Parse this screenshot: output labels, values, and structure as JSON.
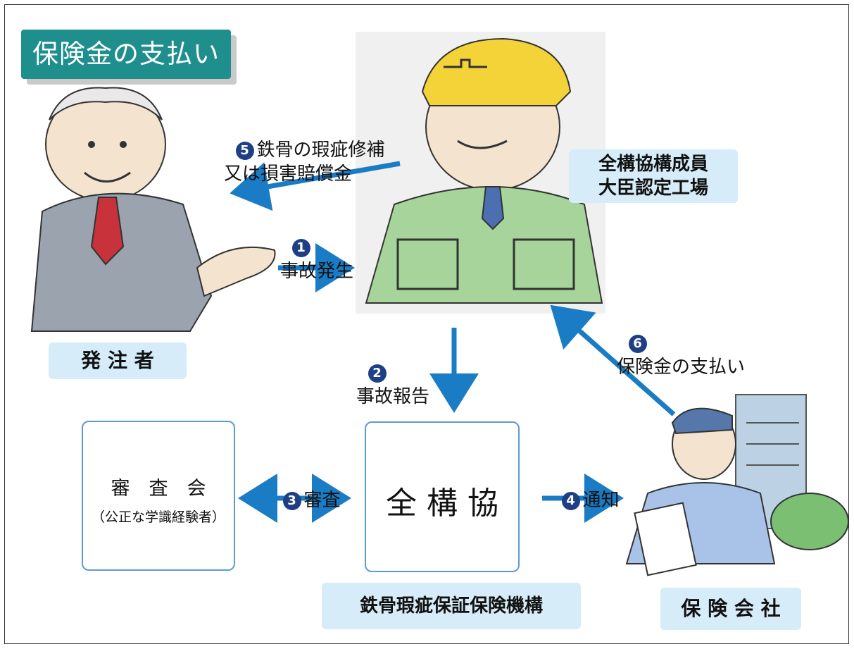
{
  "title": "保険金の支払い",
  "labels": {
    "orderer": "発 注 者",
    "member": "全構協構成員\n大臣認定工場",
    "insurer": "保 険 会 社",
    "organization": "鉄骨瑕疵保証保険機構"
  },
  "boxes": {
    "review_title": "審　査　会",
    "review_sub": "（公正な学識経験者）",
    "center": "全 構 協"
  },
  "steps": [
    {
      "num": "1",
      "text": "事故発生"
    },
    {
      "num": "2",
      "text": "事故報告"
    },
    {
      "num": "3",
      "text": "審査"
    },
    {
      "num": "4",
      "text": "通知"
    },
    {
      "num": "5",
      "text": "鉄骨の瑕疵修補\n又は損害賠償金"
    },
    {
      "num": "6",
      "text": "保険金の支払い"
    }
  ],
  "colors": {
    "arrow": "#1a7cc4",
    "title_bg": "#1f8f8e",
    "label_bg": "#d6ecf8",
    "box_border": "#5b9bd5",
    "step_badge": "#1e3f86"
  }
}
